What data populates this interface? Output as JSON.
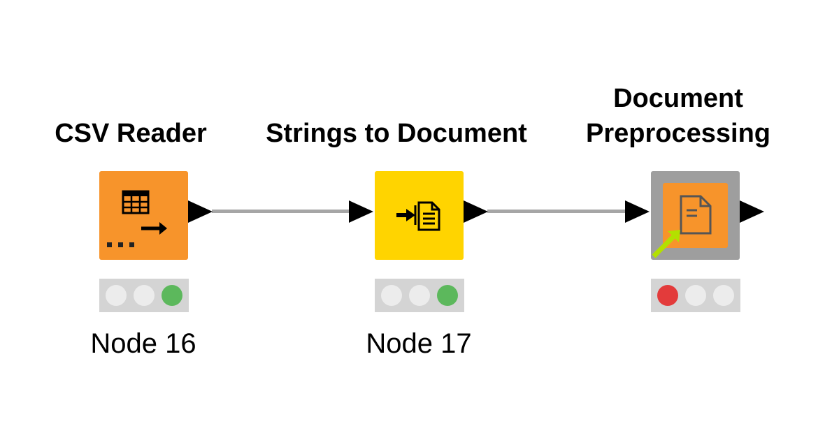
{
  "colors": {
    "canvas_background": "#ffffff",
    "connection": "#a6a6a6",
    "port": "#000000",
    "source_node": "#f7942b",
    "manipulator_node": "#ffd400",
    "metanode_frame": "#9e9e9e",
    "metanode_inner": "#f7942b",
    "status_bar": "#d4d4d4",
    "light_off": "#ececec",
    "light_executed": "#5cb85c",
    "light_not_configured": "#e33b3b",
    "metanode_arrow": "#b3e000"
  },
  "nodes": [
    {
      "title_lines": [
        "CSV Reader"
      ],
      "label": "Node 16",
      "kind": "source",
      "icon": "table-import-icon",
      "status": "executed"
    },
    {
      "title_lines": [
        "Strings to Document"
      ],
      "label": "Node 17",
      "kind": "manipulator",
      "icon": "to-document-icon",
      "status": "executed"
    },
    {
      "title_lines": [
        "Document",
        "Preprocessing"
      ],
      "label": "",
      "kind": "metanode",
      "icon": "document-metanode-icon",
      "status": "not-configured"
    }
  ]
}
